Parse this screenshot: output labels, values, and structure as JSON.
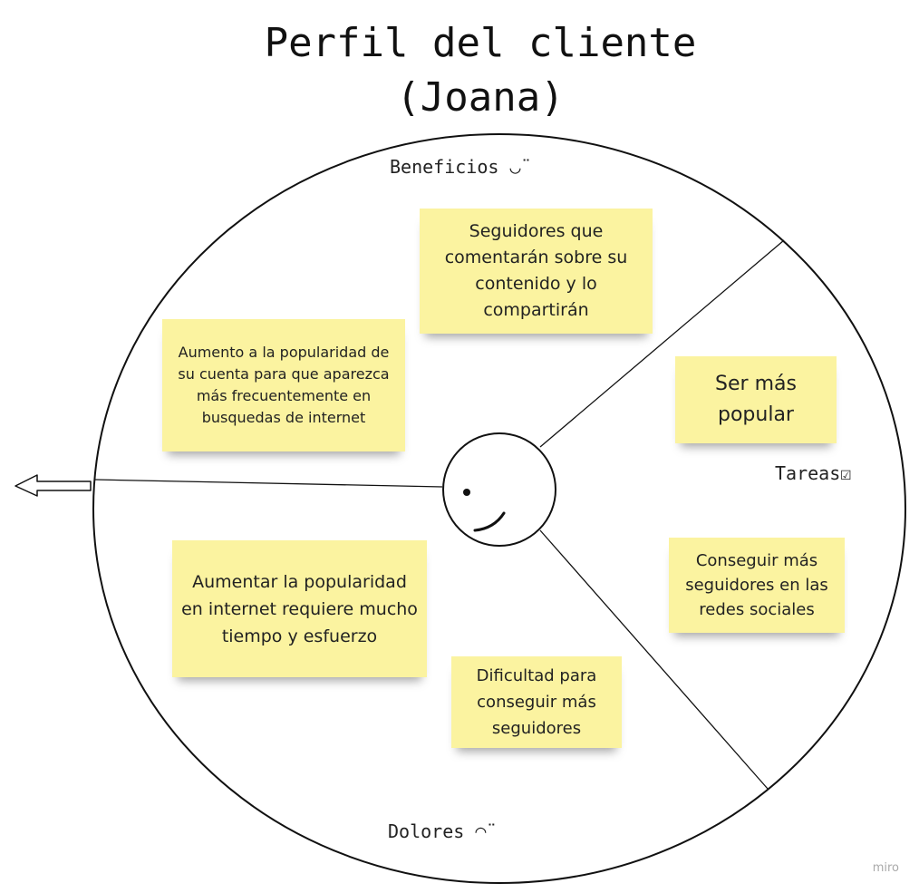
{
  "title": {
    "line1": "Perfil del cliente",
    "line2": "(Joana)"
  },
  "sections": {
    "beneficios": "Beneficios ◡̈",
    "tareas": "Tareas☑",
    "dolores": "Dolores ◠̈"
  },
  "notes": {
    "beneficio_1": "Seguidores que comentarán sobre su contenido y lo compartirán",
    "beneficio_2": "Aumento a la popularidad de su cuenta para que aparezca más frecuentemente en busquedas de internet",
    "tarea_1": "Ser más popular",
    "tarea_2": "Conseguir más seguidores en las redes sociales",
    "dolor_1": "Aumentar la popularidad en internet requiere mucho tiempo y esfuerzo",
    "dolor_2": "Dificultad para conseguir más seguidores"
  },
  "colors": {
    "sticky_note": "#fbf3a0",
    "stroke": "#111111"
  },
  "watermark": "miro"
}
